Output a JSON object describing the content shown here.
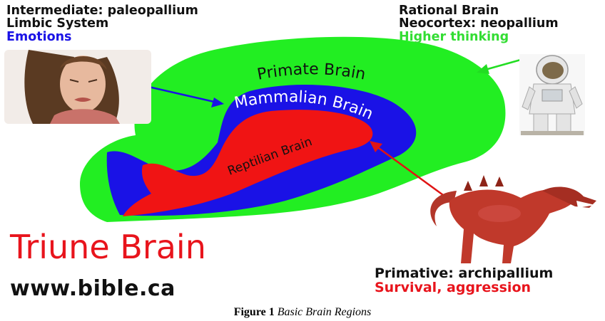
{
  "top_left": {
    "line1": "Intermediate: paleopallium",
    "line2": "Limbic System",
    "line3": "Emotions"
  },
  "top_right": {
    "line1": "Rational Brain",
    "line2": "Neocortex: neopallium",
    "line3": "Higher thinking"
  },
  "bottom_right": {
    "line1": "Primative: archipallium",
    "line2": "Survival, aggression"
  },
  "regions": {
    "primate": "Primate Brain",
    "mammalian": "Mammalian Brain",
    "reptilian": "Reptilian Brain"
  },
  "title": "Triune Brain",
  "website": "www.bible.ca",
  "caption": {
    "label": "Figure 1",
    "text": "Basic Brain Regions"
  },
  "colors": {
    "primate": "#22ee22",
    "mammalian": "#1a12e6",
    "reptilian": "#f01414",
    "emotions_text": "#1a12e6",
    "thinking_text": "#33dd33",
    "survival_text": "#e8141c"
  }
}
